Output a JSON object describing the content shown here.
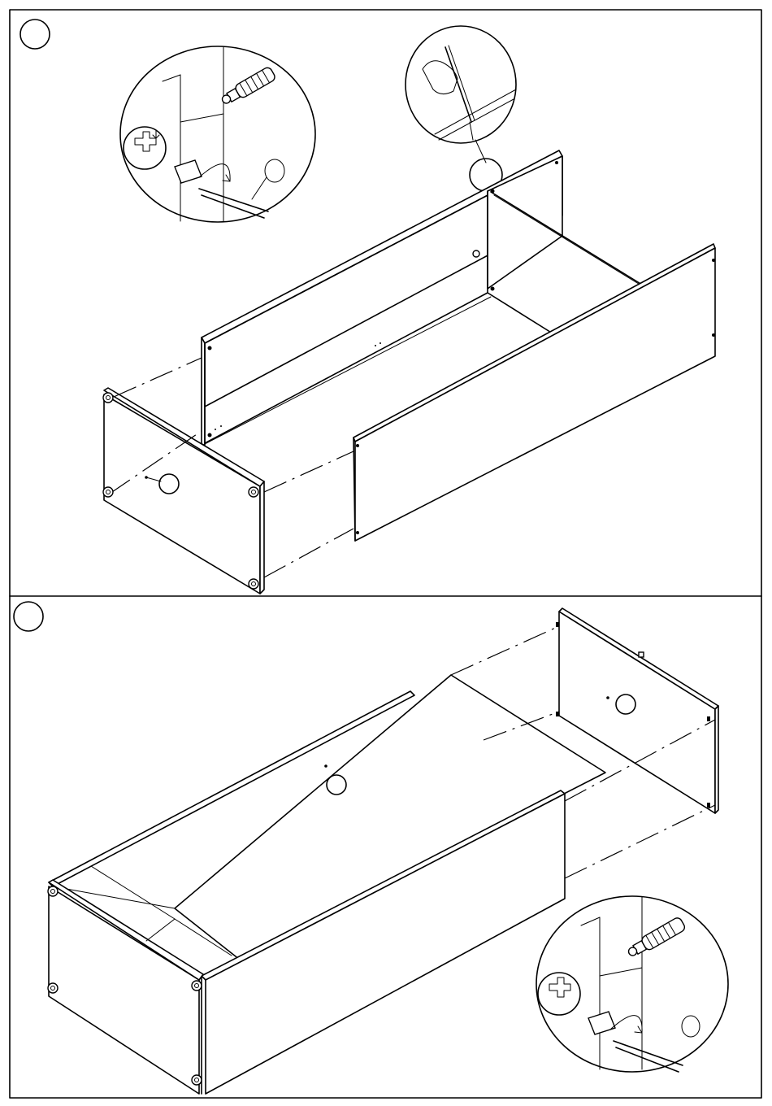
{
  "colors": {
    "line": "#000000",
    "background": "#ffffff"
  },
  "steps": [
    {
      "number_label": "",
      "icon": "step-circle"
    },
    {
      "number_label": "",
      "icon": "step-circle"
    }
  ],
  "details": [
    {
      "icon": "cam-lock-dowel-detail"
    },
    {
      "icon": "pencil-marking-detail"
    },
    {
      "icon": "cam-lock-dowel-detail"
    }
  ]
}
